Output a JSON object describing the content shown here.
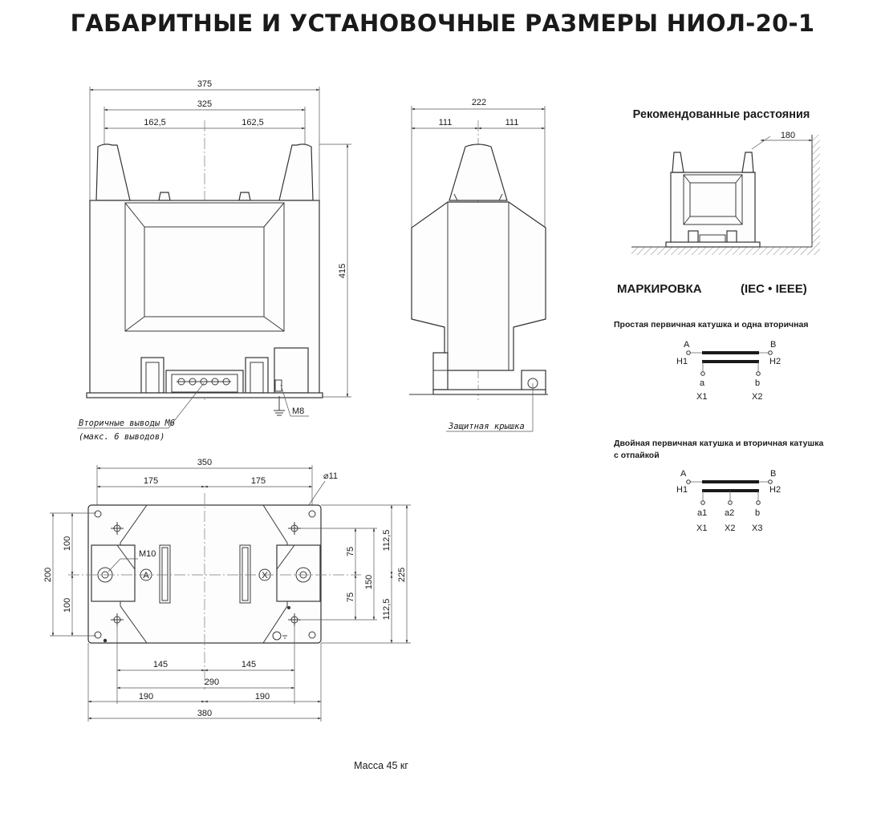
{
  "title": "ГАБАРИТНЫЕ И УСТАНОВОЧНЫЕ РАЗМЕРЫ НИОЛ-20-1",
  "front_view": {
    "dims": {
      "overall_width": "375",
      "terminal_spacing": "325",
      "half_left": "162,5",
      "half_right": "162,5",
      "height": "415"
    },
    "labels": {
      "ground_bolt": "M8",
      "secondary_terminals_line1": "Вторичные выводы М6",
      "secondary_terminals_line2": "(макс. 6 выводов)"
    }
  },
  "side_view": {
    "dims": {
      "overall_width": "222",
      "half_left": "111",
      "half_right": "111"
    },
    "labels": {
      "cover": "Защитная крышка"
    }
  },
  "plan_view": {
    "dims": {
      "top_overall": "350",
      "top_left": "175",
      "top_right": "175",
      "hole": "⌀11",
      "left_overall": "200",
      "left_upper": "100",
      "left_lower": "100",
      "inner_upper": "75",
      "inner_lower": "75",
      "inner_total": "150",
      "right_upper": "112,5",
      "right_lower": "112,5",
      "right_overall": "225",
      "bottom_left_145": "145",
      "bottom_right_145": "145",
      "bottom_290": "290",
      "bottom_left_190": "190",
      "bottom_right_190": "190",
      "bottom_overall": "380"
    },
    "labels": {
      "terminal_thread": "M10",
      "terminal_a": "A",
      "terminal_x": "X"
    }
  },
  "recommended": {
    "title": "Рекомендованные расстояния",
    "distance": "180"
  },
  "marking": {
    "title": "МАРКИРОВКА",
    "standard": "(IEC • IEEE)",
    "single": {
      "caption": "Простая первичная катушка и одна вторичная",
      "A": "A",
      "B": "B",
      "H1": "H1",
      "H2": "H2",
      "a": "a",
      "b": "b",
      "X1": "X1",
      "X2": "X2"
    },
    "double": {
      "caption_line1": "Двойная первичная катушка и вторичная катушка",
      "caption_line2": "с отпайкой",
      "A": "A",
      "B": "B",
      "H1": "H1",
      "H2": "H2",
      "a1": "a1",
      "a2": "a2",
      "b": "b",
      "X1": "X1",
      "X2": "X2",
      "X3": "X3"
    }
  },
  "mass": "Масса 45 кг"
}
